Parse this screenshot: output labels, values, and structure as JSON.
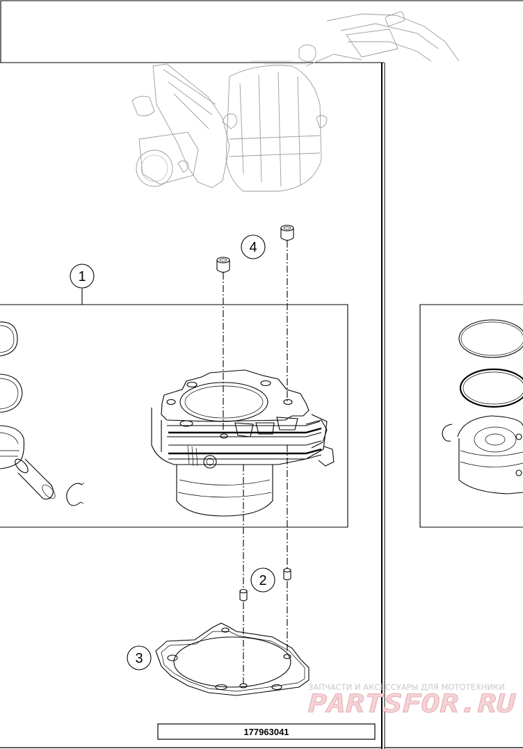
{
  "callouts": [
    {
      "id": "1",
      "label": "1"
    },
    {
      "id": "2",
      "label": "2"
    },
    {
      "id": "3",
      "label": "3"
    },
    {
      "id": "4",
      "label": "4"
    }
  ],
  "diagram": {
    "part_number": "177963041"
  },
  "watermark": {
    "tagline": "ЗАПЧАСТИ И АКСЕССУАРЫ ДЛЯ МОТОТЕХНИКИ",
    "brand": "PARTSFOR.RU",
    "brand_color": "#e7a6ad"
  }
}
